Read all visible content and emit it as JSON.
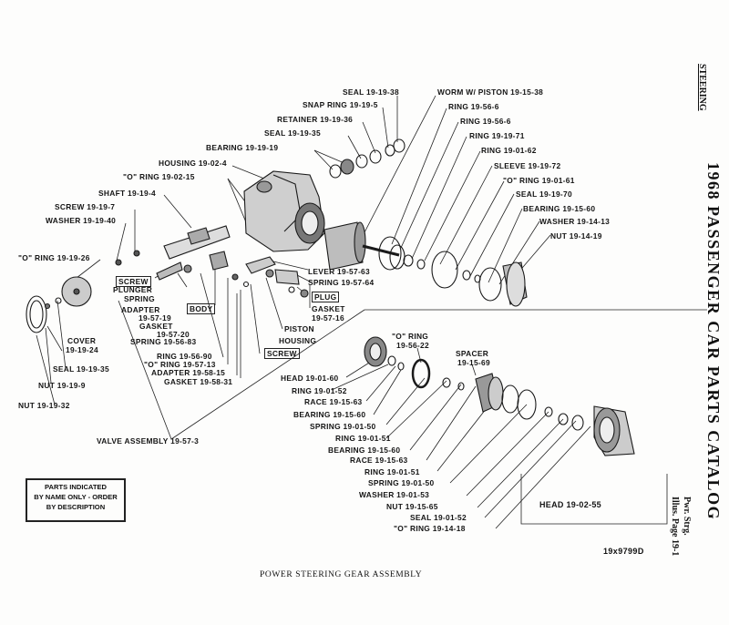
{
  "side_title": "1968 PASSENGER CAR PARTS CATALOG",
  "side_section": "STEERING",
  "side_illus": "Pwr. Strg.\nIllus. Page 19-1",
  "caption": "POWER STEERING GEAR ASSEMBLY",
  "ref_number": "19x9799D",
  "note": [
    "PARTS INDICATED",
    "BY NAME ONLY - ORDER",
    "BY DESCRIPTION"
  ],
  "labels": {
    "seal_top": "SEAL 19-19-38",
    "snap_ring": "SNAP RING 19-19-5",
    "retainer": "RETAINER 19-19-36",
    "seal_35_top": "SEAL 19-19-35",
    "bearing_19": "BEARING 19-19-19",
    "housing": "HOUSING 19-02-4",
    "o_ring_15": "\"O\" RING 19-02-15",
    "shaft": "SHAFT 19-19-4",
    "screw_7": "SCREW 19-19-7",
    "washer_40": "WASHER 19-19-40",
    "o_ring_26": "\"O\" RING 19-19-26",
    "cover": "COVER",
    "cover_num": "19-19-24",
    "seal_35_bot": "SEAL 19-19-35",
    "nut_9": "NUT 19-19-9",
    "nut_32": "NUT 19-19-32",
    "screw_small": "SCREW",
    "plunger": "PLUNGER",
    "spring_small": "SPRING",
    "body": "BODY",
    "adapter_19": "ADAPTER",
    "adapter_19_num": "19-57-19",
    "gasket_20": "GASKET",
    "gasket_20_num": "19-57-20",
    "spring_83": "SPRING 19-56-83",
    "ring_90": "RING 19-56-90",
    "o_ring_13": "\"O\" RING 19-57-13",
    "adapter_15": "ADAPTER 19-58-15",
    "gasket_31": "GASKET 19-58-31",
    "valve_assembly": "VALVE ASSEMBLY 19-57-3",
    "lever": "LEVER 19-57-63",
    "spring_64": "SPRING 19-57-64",
    "plug": "PLUG",
    "gasket_16": "GASKET",
    "gasket_16_num": "19-57-16",
    "piston": "PISTON",
    "housing_small": "HOUSING",
    "screw_bottom": "SCREW",
    "worm": "WORM W/ PISTON 19-15-38",
    "ring_6a": "RING 19-56-6",
    "ring_6b": "RING 19-56-6",
    "ring_71": "RING 19-19-71",
    "ring_62": "RING 19-01-62",
    "sleeve": "SLEEVE 19-19-72",
    "o_ring_61": "\"O\" RING 19-01-61",
    "seal_70": "SEAL 19-19-70",
    "bearing_60_top": "BEARING 19-15-60",
    "washer_13": "WASHER 19-14-13",
    "nut_19": "NUT 19-14-19",
    "o_ring_22": "\"O\" RING",
    "o_ring_22_num": "19-56-22",
    "spacer": "SPACER",
    "spacer_num": "19-15-69",
    "head_60": "HEAD 19-01-60",
    "ring_52a": "RING 19-01-52",
    "race_63a": "RACE 19-15-63",
    "bearing_60a": "BEARING 19-15-60",
    "spring_50a": "SPRING 19-01-50",
    "ring_51a": "RING 19-01-51",
    "bearing_60b": "BEARING 19-15-60",
    "race_63b": "RACE 19-15-63",
    "ring_51b": "RING 19-01-51",
    "spring_50b": "SPRING 19-01-50",
    "washer_53": "WASHER 19-01-53",
    "nut_65": "NUT 19-15-65",
    "seal_52": "SEAL 19-01-52",
    "o_ring_18": "\"O\" RING 19-14-18",
    "head_55": "HEAD 19-02-55"
  }
}
